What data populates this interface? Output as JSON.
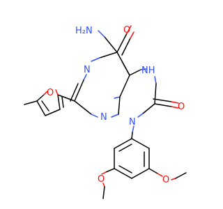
{
  "structure": {
    "colors": {
      "bond": "#000000",
      "oxygen": "#ff0d0d",
      "nitrogen": "#3050f8",
      "background": "#ffffff"
    },
    "atoms": {
      "amide_n": "H₂N",
      "amide_o": "O",
      "imidazole_nh": "NH",
      "carbonyl_o": "O",
      "n1": "N",
      "n3": "N",
      "n9": "N",
      "furan_o": "O",
      "methoxy_o1": "O",
      "methoxy_o2": "O"
    }
  }
}
